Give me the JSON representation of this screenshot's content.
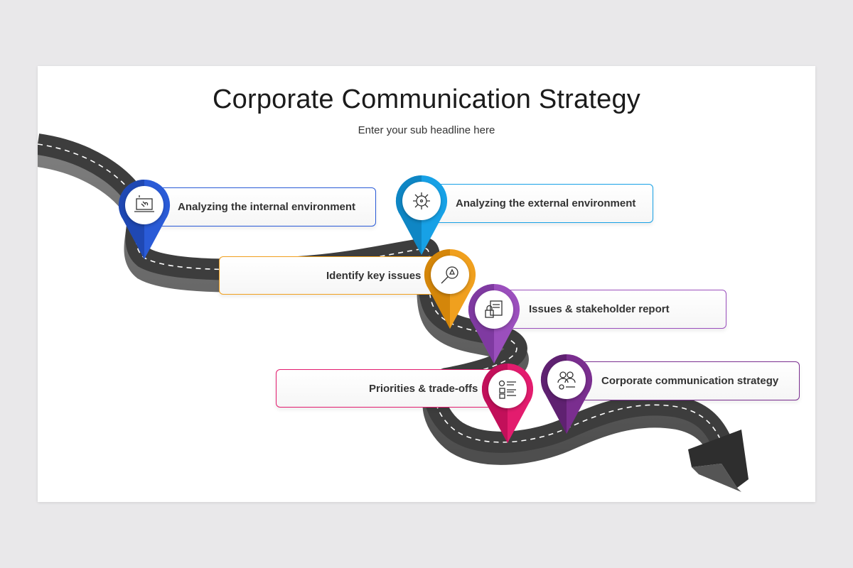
{
  "title": "Corporate Communication Strategy",
  "subtitle": "Enter your sub headline here",
  "steps": [
    {
      "label": "Analyzing the internal environment",
      "color": "#2a5bd7",
      "icon": "laptop-link-icon"
    },
    {
      "label": "Analyzing the external environment",
      "color": "#17a1e6",
      "icon": "virus-icon"
    },
    {
      "label": "Identify key issues",
      "color": "#f0a01e",
      "icon": "magnifier-warning-icon"
    },
    {
      "label": "Issues & stakeholder report",
      "color": "#9b4fbd",
      "icon": "report-lock-icon"
    },
    {
      "label": "Priorities & trade-offs",
      "color": "#e31c6e",
      "icon": "priority-list-icon"
    },
    {
      "label": "Corporate communication strategy",
      "color": "#7a2e8f",
      "icon": "team-gear-icon"
    }
  ]
}
